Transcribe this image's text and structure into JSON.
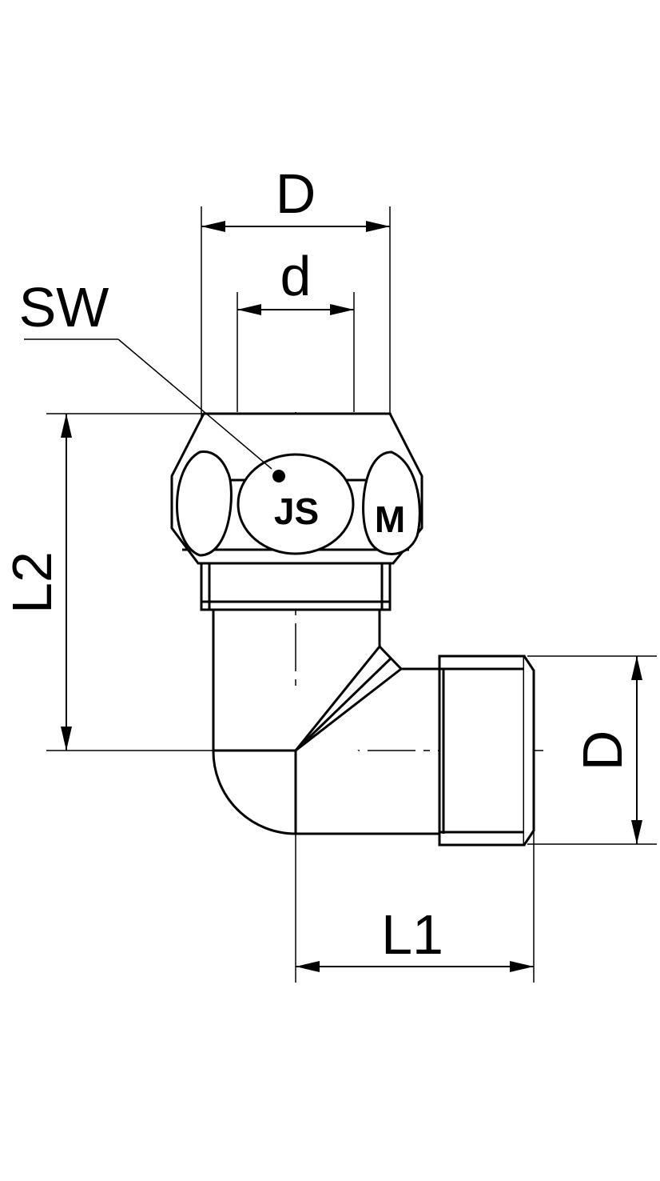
{
  "labels": {
    "outer_diameter_top": "D",
    "inner_diameter": "d",
    "wrench_size": "SW",
    "height": "L2",
    "length": "L1",
    "outer_diameter_side": "D"
  },
  "markings": {
    "center_logo": "JS",
    "right_face": "M"
  },
  "colors": {
    "line": "#000000",
    "background": "#ffffff",
    "part_fill": "#ffffff"
  }
}
